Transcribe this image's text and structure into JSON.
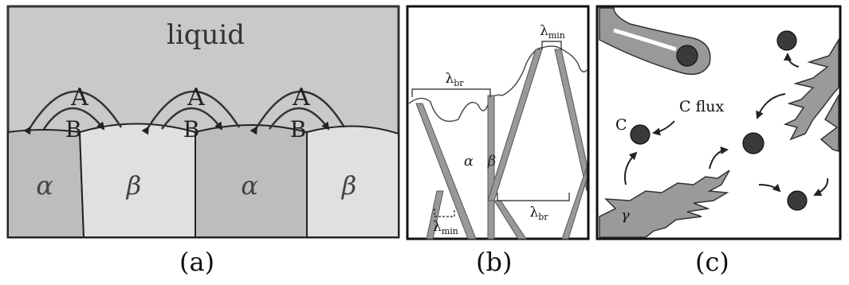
{
  "panel_a": {
    "liquid_label": "liquid",
    "arc_outer_label": "A",
    "arc_inner_label": "B",
    "phases": [
      "α",
      "β",
      "α",
      "β"
    ],
    "caption": "(a)"
  },
  "panel_b": {
    "lambda": "λ",
    "sub_br": "br",
    "sub_min": "min",
    "alpha": "α",
    "beta": "β",
    "caption": "(b)"
  },
  "panel_c": {
    "flux_label": "C flux",
    "c_label": "C",
    "gamma_label": "γ",
    "caption": "(c)"
  }
}
